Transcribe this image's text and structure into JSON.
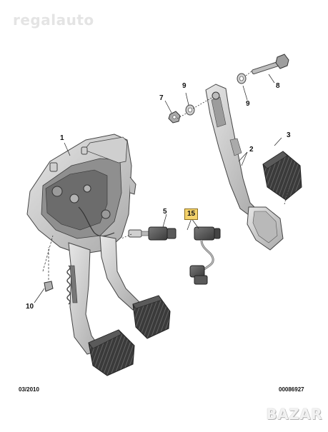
{
  "watermark": "regalauto",
  "callouts": {
    "c1": "1",
    "c2": "2",
    "c3": "3",
    "c5": "5",
    "c7": "7",
    "c8": "8",
    "c9a": "9",
    "c9b": "9",
    "c10": "10",
    "c15": "15"
  },
  "footer": {
    "date": "03/2010",
    "reference": "00086927"
  },
  "brand": "BAZAR",
  "colors": {
    "highlight_box": "#f4d26b",
    "pedal_pad": "#3a3a3a",
    "metal": "#c9c9c9"
  }
}
